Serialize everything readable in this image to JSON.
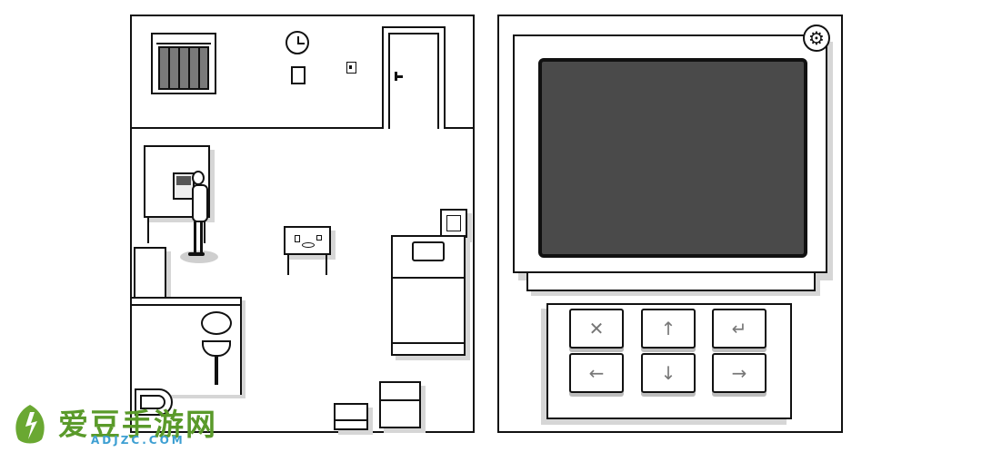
{
  "room": {
    "objects": [
      "window",
      "clock",
      "notice",
      "light-switch",
      "door",
      "vending-machine",
      "player-character",
      "table",
      "bed",
      "picture-frame",
      "cabinet",
      "washbasin",
      "mirror",
      "toilet",
      "box",
      "bin"
    ]
  },
  "console": {
    "settings_icon": "gear-icon",
    "keys": [
      {
        "name": "cancel",
        "glyph": "✕"
      },
      {
        "name": "up",
        "glyph": "↑"
      },
      {
        "name": "enter",
        "glyph": "↵"
      },
      {
        "name": "left",
        "glyph": "←"
      },
      {
        "name": "down",
        "glyph": "↓"
      },
      {
        "name": "right",
        "glyph": "→"
      }
    ],
    "gear_glyph": "⚙",
    "screen_color": "#4a4a4a"
  },
  "watermark": {
    "title": "爱豆手游网",
    "subtitle": "ADJZC.COM"
  }
}
